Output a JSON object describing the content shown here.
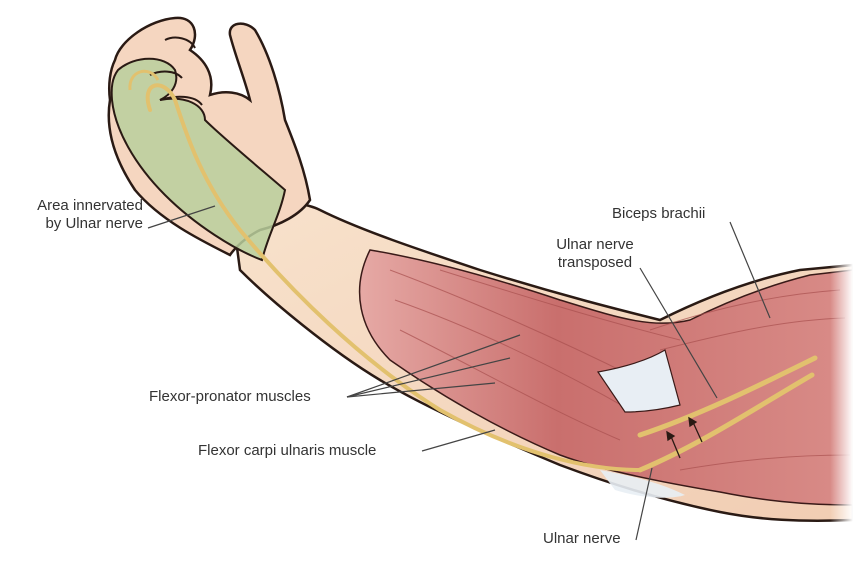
{
  "diagram": {
    "subject": "Ulnar nerve transposition at the elbow (forearm anatomy)",
    "labels": {
      "area_innervated_line1": "Area innervated",
      "area_innervated_line2": "by Ulnar nerve",
      "biceps_brachii": "Biceps brachii",
      "ulnar_nerve_transposed_line1": "Ulnar nerve",
      "ulnar_nerve_transposed_line2": "transposed",
      "flexor_pronator": "Flexor-pronator muscles",
      "flexor_carpi_ulnaris": "Flexor carpi ulnaris muscle",
      "ulnar_nerve": "Ulnar nerve"
    },
    "colors": {
      "skin": "#f6dcc4",
      "skin_shadow": "#eec3a8",
      "innervated_area": "#b9cf9c",
      "muscle": "#c9716f",
      "muscle_light": "#e3a3a0",
      "tendon": "#e8eef4",
      "nerve": "#e2c16e",
      "outline": "#2a1a14",
      "leader": "#444444",
      "text": "#333333"
    }
  }
}
